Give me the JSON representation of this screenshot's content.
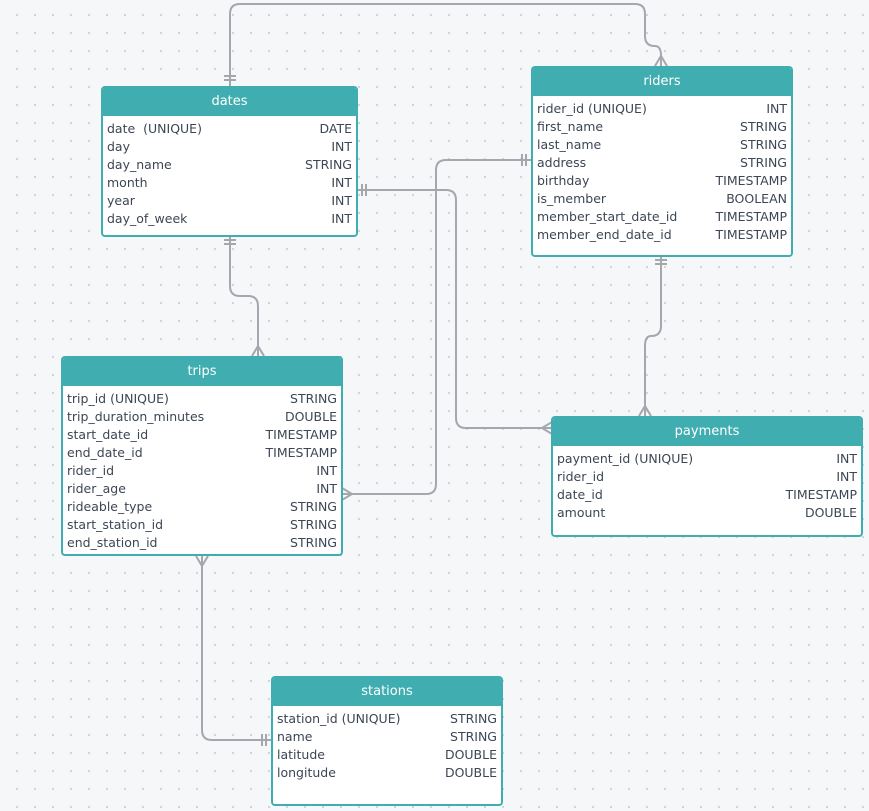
{
  "tables": {
    "dates": {
      "title": "dates",
      "columns": [
        {
          "name": "date  (UNIQUE)",
          "type": "DATE"
        },
        {
          "name": "day",
          "type": "INT"
        },
        {
          "name": "day_name",
          "type": "STRING"
        },
        {
          "name": "month",
          "type": "INT"
        },
        {
          "name": "year",
          "type": "INT"
        },
        {
          "name": "day_of_week",
          "type": "INT"
        }
      ]
    },
    "riders": {
      "title": "riders",
      "columns": [
        {
          "name": "rider_id (UNIQUE)",
          "type": "INT"
        },
        {
          "name": "first_name",
          "type": "STRING"
        },
        {
          "name": "last_name",
          "type": "STRING"
        },
        {
          "name": "address",
          "type": "STRING"
        },
        {
          "name": "birthday",
          "type": "TIMESTAMP"
        },
        {
          "name": "is_member",
          "type": "BOOLEAN"
        },
        {
          "name": "member_start_date_id",
          "type": "TIMESTAMP"
        },
        {
          "name": "member_end_date_id",
          "type": "TIMESTAMP"
        }
      ]
    },
    "trips": {
      "title": "trips",
      "columns": [
        {
          "name": "trip_id (UNIQUE)",
          "type": "STRING"
        },
        {
          "name": "trip_duration_minutes",
          "type": "DOUBLE"
        },
        {
          "name": "start_date_id",
          "type": "TIMESTAMP"
        },
        {
          "name": "end_date_id",
          "type": "TIMESTAMP"
        },
        {
          "name": "rider_id",
          "type": "INT"
        },
        {
          "name": "rider_age",
          "type": "INT"
        },
        {
          "name": "rideable_type",
          "type": "STRING"
        },
        {
          "name": "start_station_id",
          "type": "STRING"
        },
        {
          "name": "end_station_id",
          "type": "STRING"
        }
      ]
    },
    "payments": {
      "title": "payments",
      "columns": [
        {
          "name": "payment_id (UNIQUE)",
          "type": "INT"
        },
        {
          "name": "rider_id",
          "type": "INT"
        },
        {
          "name": "date_id",
          "type": "TIMESTAMP"
        },
        {
          "name": "amount",
          "type": "DOUBLE"
        }
      ]
    },
    "stations": {
      "title": "stations",
      "columns": [
        {
          "name": "station_id (UNIQUE)",
          "type": "STRING"
        },
        {
          "name": "name",
          "type": "STRING"
        },
        {
          "name": "latitude",
          "type": "DOUBLE"
        },
        {
          "name": "longitude",
          "type": "DOUBLE"
        }
      ]
    }
  },
  "relationships": [
    {
      "from": "dates",
      "from_end": "one",
      "to": "riders",
      "to_end": "many"
    },
    {
      "from": "dates",
      "from_end": "one",
      "to": "trips",
      "to_end": "many"
    },
    {
      "from": "dates",
      "from_end": "one",
      "to": "payments",
      "to_end": "many"
    },
    {
      "from": "riders",
      "from_end": "one",
      "to": "trips",
      "to_end": "many"
    },
    {
      "from": "riders",
      "from_end": "one",
      "to": "payments",
      "to_end": "many"
    },
    {
      "from": "stations",
      "from_end": "one",
      "to": "trips",
      "to_end": "many"
    }
  ],
  "colors": {
    "header": "#40aeb0",
    "connector": "#a4a8ae",
    "text": "#3c4654",
    "canvas_dots": "#cfd3d9"
  }
}
